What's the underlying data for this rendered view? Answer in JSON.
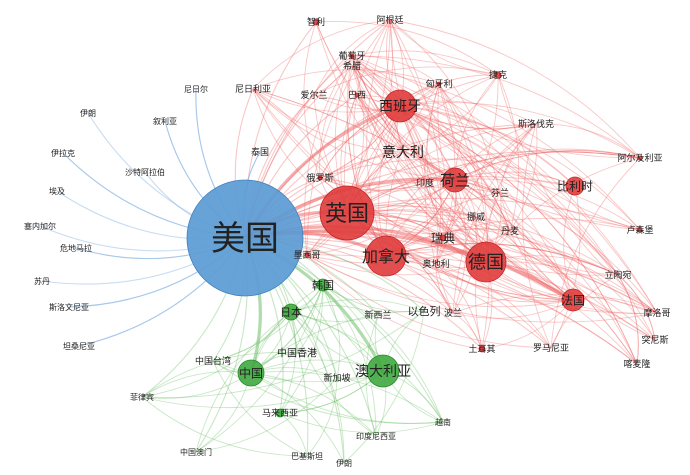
{
  "colors": {
    "blue_node": "#5b9bd5",
    "blue_node_stroke": "#3f7fbf",
    "red_node": "#e03c3c",
    "red_node_stroke": "#c02828",
    "green_node": "#3fa83f",
    "green_node_stroke": "#2d8a2d",
    "blue_edge": "#6ea6de",
    "red_edge": "#ef6b6b",
    "green_edge": "#6fbf6a"
  },
  "nodes": [
    {
      "id": "usa",
      "label": "美国",
      "group": "blue",
      "weight": 10
    },
    {
      "id": "uk",
      "label": "英国",
      "group": "red",
      "weight": 6
    },
    {
      "id": "germany",
      "label": "德国",
      "group": "red",
      "weight": 4
    },
    {
      "id": "canada",
      "label": "加拿大",
      "group": "red",
      "weight": 4
    },
    {
      "id": "spain",
      "label": "西班牙",
      "group": "red",
      "weight": 3
    },
    {
      "id": "italy",
      "label": "意大利",
      "group": "red",
      "weight": 2
    },
    {
      "id": "netherlands",
      "label": "荷兰",
      "group": "red",
      "weight": 3
    },
    {
      "id": "france",
      "label": "法国",
      "group": "red",
      "weight": 3
    },
    {
      "id": "brazil",
      "label": "巴西",
      "group": "red",
      "weight": 1
    },
    {
      "id": "portugal",
      "label": "葡萄牙",
      "group": "red",
      "weight": 1
    },
    {
      "id": "chile",
      "label": "智利",
      "group": "red",
      "weight": 1
    },
    {
      "id": "argentina",
      "label": "阿根廷",
      "group": "red",
      "weight": 1
    },
    {
      "id": "greece",
      "label": "希腊",
      "group": "red",
      "weight": 1
    },
    {
      "id": "hungary",
      "label": "匈牙利",
      "group": "red",
      "weight": 1
    },
    {
      "id": "czech",
      "label": "捷克",
      "group": "red",
      "weight": 1
    },
    {
      "id": "belgium",
      "label": "比利时",
      "group": "red",
      "weight": 2
    },
    {
      "id": "slovakia",
      "label": "斯洛伐克",
      "group": "red",
      "weight": 1
    },
    {
      "id": "algeria",
      "label": "阿尔及利亚",
      "group": "red",
      "weight": 1
    },
    {
      "id": "russia",
      "label": "俄罗斯",
      "group": "red",
      "weight": 1
    },
    {
      "id": "india",
      "label": "印度",
      "group": "red",
      "weight": 1
    },
    {
      "id": "finland",
      "label": "芬兰",
      "group": "red",
      "weight": 1
    },
    {
      "id": "norway",
      "label": "挪威",
      "group": "red",
      "weight": 1
    },
    {
      "id": "denmark",
      "label": "丹麦",
      "group": "red",
      "weight": 1
    },
    {
      "id": "sweden",
      "label": "瑞典",
      "group": "red",
      "weight": 2
    },
    {
      "id": "austria",
      "label": "奥地利",
      "group": "red",
      "weight": 1
    },
    {
      "id": "poland",
      "label": "波兰",
      "group": "red",
      "weight": 1
    },
    {
      "id": "luxembourg",
      "label": "卢森堡",
      "group": "red",
      "weight": 1
    },
    {
      "id": "lithuania",
      "label": "立陶宛",
      "group": "red",
      "weight": 1
    },
    {
      "id": "morocco",
      "label": "摩洛哥",
      "group": "red",
      "weight": 1
    },
    {
      "id": "tunisia",
      "label": "突尼斯",
      "group": "red",
      "weight": 1
    },
    {
      "id": "cameroon",
      "label": "喀麦隆",
      "group": "red",
      "weight": 1
    },
    {
      "id": "romania",
      "label": "罗马尼亚",
      "group": "red",
      "weight": 1
    },
    {
      "id": "turkey",
      "label": "土耳其",
      "group": "red",
      "weight": 1
    },
    {
      "id": "ireland",
      "label": "爱尔兰",
      "group": "red",
      "weight": 1
    },
    {
      "id": "israel",
      "label": "以色列",
      "group": "green",
      "weight": 1
    },
    {
      "id": "mexico",
      "label": "墨西哥",
      "group": "red",
      "weight": 1
    },
    {
      "id": "nigeria",
      "label": "尼日利亚",
      "group": "red",
      "weight": 1
    },
    {
      "id": "nigeria2",
      "label": "尼日尔",
      "group": "blue",
      "weight": 1
    },
    {
      "id": "saudi",
      "label": "沙特阿拉伯",
      "group": "blue",
      "weight": 1
    },
    {
      "id": "syria",
      "label": "叙利亚",
      "group": "blue",
      "weight": 1
    },
    {
      "id": "iran",
      "label": "伊朗",
      "group": "blue",
      "weight": 1
    },
    {
      "id": "iraq",
      "label": "伊拉克",
      "group": "blue",
      "weight": 1
    },
    {
      "id": "egypt",
      "label": "埃及",
      "group": "blue",
      "weight": 1
    },
    {
      "id": "senegal",
      "label": "塞内加尔",
      "group": "blue",
      "weight": 1
    },
    {
      "id": "guatemala",
      "label": "危地马拉",
      "group": "blue",
      "weight": 1
    },
    {
      "id": "sudan",
      "label": "苏丹",
      "group": "blue",
      "weight": 1
    },
    {
      "id": "slovenia",
      "label": "斯洛文尼亚",
      "group": "blue",
      "weight": 1
    },
    {
      "id": "tanzania",
      "label": "坦桑尼亚",
      "group": "blue",
      "weight": 1
    },
    {
      "id": "thailand",
      "label": "泰国",
      "group": "blue",
      "weight": 1
    },
    {
      "id": "china",
      "label": "中国",
      "group": "green",
      "weight": 3
    },
    {
      "id": "australia",
      "label": "澳大利亚",
      "group": "green",
      "weight": 4
    },
    {
      "id": "japan",
      "label": "日本",
      "group": "green",
      "weight": 2
    },
    {
      "id": "korea",
      "label": "韩国",
      "group": "green",
      "weight": 2
    },
    {
      "id": "hongkong",
      "label": "中国香港",
      "group": "green",
      "weight": 1
    },
    {
      "id": "taiwan",
      "label": "中国台湾",
      "group": "green",
      "weight": 1
    },
    {
      "id": "macau",
      "label": "中国澳门",
      "group": "green",
      "weight": 1
    },
    {
      "id": "singapore",
      "label": "新加坡",
      "group": "green",
      "weight": 1
    },
    {
      "id": "newzealand",
      "label": "新西兰",
      "group": "green",
      "weight": 1
    },
    {
      "id": "philippines",
      "label": "菲律宾",
      "group": "green",
      "weight": 1
    },
    {
      "id": "malaysia",
      "label": "马来西亚",
      "group": "green",
      "weight": 1
    },
    {
      "id": "indonesia",
      "label": "印度尼西亚",
      "group": "green",
      "weight": 1
    },
    {
      "id": "vietnam",
      "label": "越南",
      "group": "green",
      "weight": 1
    },
    {
      "id": "pakistan",
      "label": "巴基斯坦",
      "group": "green",
      "weight": 1
    },
    {
      "id": "iran2",
      "label": "伊朗",
      "group": "green",
      "weight": 1
    }
  ]
}
